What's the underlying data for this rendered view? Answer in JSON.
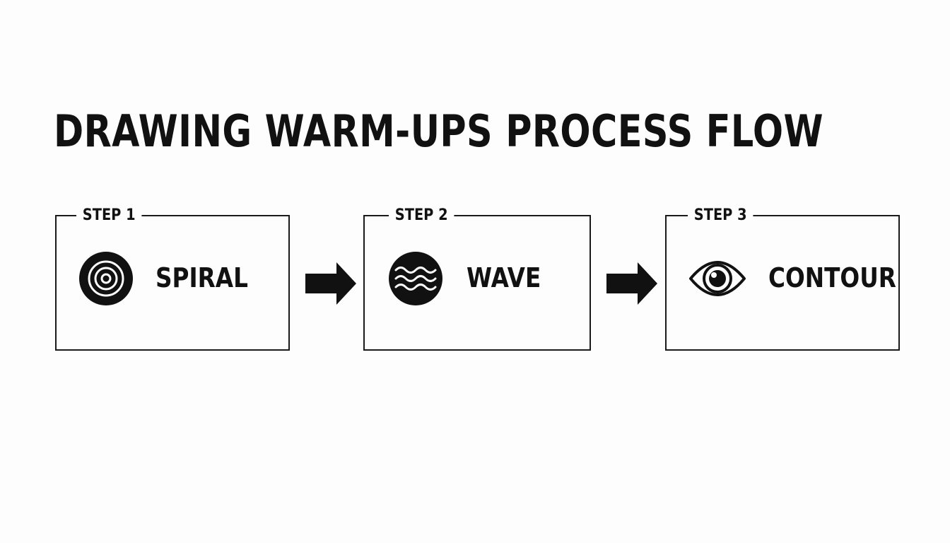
{
  "title": "DRAWING WARM-UPS PROCESS FLOW",
  "steps": [
    {
      "label": "STEP 1",
      "name": "SPIRAL",
      "icon": "spiral-icon"
    },
    {
      "label": "STEP 2",
      "name": "WAVE",
      "icon": "wave-icon"
    },
    {
      "label": "STEP 3",
      "name": "CONTOUR",
      "icon": "eye-icon"
    }
  ],
  "colors": {
    "ink": "#111111",
    "background": "#fdfdfd"
  }
}
